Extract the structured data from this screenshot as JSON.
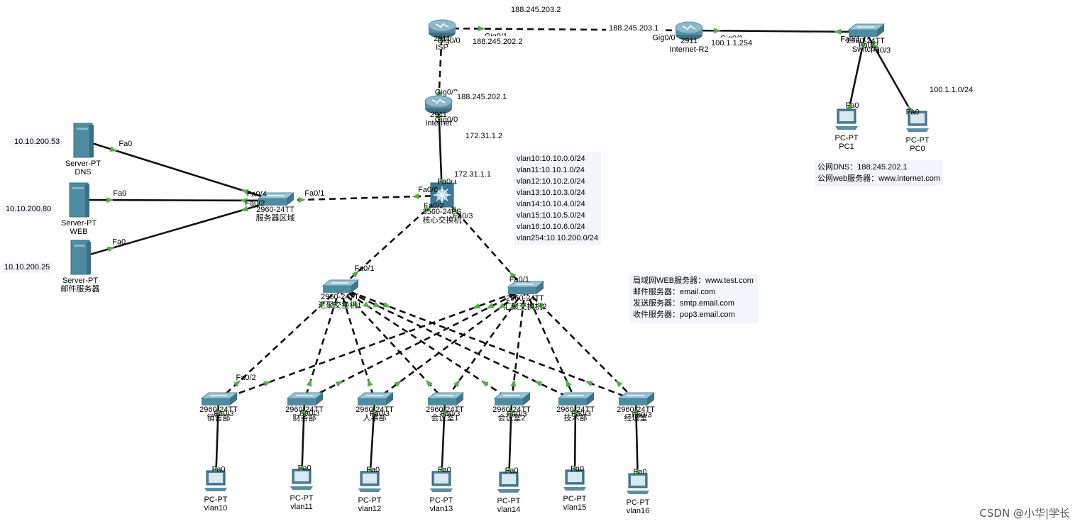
{
  "links": [
    {
      "a": "isp",
      "b": "r2",
      "style": "dashed",
      "label_a": "Gig0/1",
      "label_b": "Gig0/0"
    },
    {
      "a": "r2",
      "b": "sw9",
      "style": "solid",
      "label_a": "Gig0/1",
      "label_b": "Fa0/1"
    },
    {
      "a": "sw9",
      "b": "pc1",
      "style": "solid",
      "label_a": "Fa0/2",
      "label_b": "Fa0"
    },
    {
      "a": "sw9",
      "b": "pc0",
      "style": "solid",
      "label_a": "Fa0/3",
      "label_b": "Fa0"
    },
    {
      "a": "isp",
      "b": "inet",
      "style": "dashed",
      "label_a": "Gig0/0",
      "label_b": "Gig0/2"
    },
    {
      "a": "inet",
      "b": "core",
      "style": "solid",
      "label_a": "Gig0/0",
      "label_b": "Fa0/1"
    },
    {
      "a": "core",
      "b": "srvsw",
      "style": "dashed",
      "label_a": "Fa0/6",
      "label_b": "Fa0/1"
    },
    {
      "a": "srvsw",
      "b": "dns",
      "style": "solid",
      "label_a": "",
      "label_b": "Fa0"
    },
    {
      "a": "srvsw",
      "b": "web",
      "style": "solid",
      "label_a": "Fa0/4",
      "label_b": "Fa0"
    },
    {
      "a": "srvsw",
      "b": "mail",
      "style": "solid",
      "label_a": "Fa0/2",
      "label_b": "Fa0"
    },
    {
      "a": "core",
      "b": "agg1",
      "style": "dashed",
      "label_a": "Fa0/2",
      "label_b": "Fa0/1"
    },
    {
      "a": "core",
      "b": "agg2",
      "style": "dashed",
      "label_a": "Fa0/3",
      "label_b": "Fa0/1"
    },
    {
      "a": "agg1",
      "b": "a1",
      "style": "dashed",
      "label_a": "",
      "label_b": "Fa0/2"
    },
    {
      "a": "agg1",
      "b": "a2",
      "style": "dashed",
      "label_a": "",
      "label_b": ""
    },
    {
      "a": "agg1",
      "b": "a3",
      "style": "dashed",
      "label_a": "",
      "label_b": ""
    },
    {
      "a": "agg1",
      "b": "a4",
      "style": "dashed",
      "label_a": "",
      "label_b": ""
    },
    {
      "a": "agg1",
      "b": "a5",
      "style": "dashed",
      "label_a": "",
      "label_b": ""
    },
    {
      "a": "agg1",
      "b": "a6",
      "style": "dashed",
      "label_a": "",
      "label_b": ""
    },
    {
      "a": "agg1",
      "b": "a7",
      "style": "dashed",
      "label_a": "",
      "label_b": ""
    },
    {
      "a": "agg2",
      "b": "a1",
      "style": "dashed",
      "label_a": "",
      "label_b": ""
    },
    {
      "a": "agg2",
      "b": "a2",
      "style": "dashed",
      "label_a": "",
      "label_b": ""
    },
    {
      "a": "agg2",
      "b": "a3",
      "style": "dashed",
      "label_a": "",
      "label_b": ""
    },
    {
      "a": "agg2",
      "b": "a4",
      "style": "dashed",
      "label_a": "",
      "label_b": ""
    },
    {
      "a": "agg2",
      "b": "a5",
      "style": "dashed",
      "label_a": "",
      "label_b": ""
    },
    {
      "a": "agg2",
      "b": "a6",
      "style": "dashed",
      "label_a": "",
      "label_b": ""
    },
    {
      "a": "agg2",
      "b": "a7",
      "style": "dashed",
      "label_a": "",
      "label_b": ""
    },
    {
      "a": "a1",
      "b": "p10",
      "style": "solid",
      "label_a": "Fa0/3",
      "label_b": "Fa0"
    },
    {
      "a": "a2",
      "b": "p11",
      "style": "solid",
      "label_a": "Fa0/3",
      "label_b": "Fa0"
    },
    {
      "a": "a3",
      "b": "p12",
      "style": "solid",
      "label_a": "Fa0/3",
      "label_b": "Fa0"
    },
    {
      "a": "a4",
      "b": "p13",
      "style": "solid",
      "label_a": "Fa0/3",
      "label_b": "Fa0"
    },
    {
      "a": "a5",
      "b": "p14",
      "style": "solid",
      "label_a": "Fa0/3",
      "label_b": "Fa0"
    },
    {
      "a": "a6",
      "b": "p15",
      "style": "solid",
      "label_a": "Fa0/3",
      "label_b": "Fa0"
    },
    {
      "a": "a7",
      "b": "p16",
      "style": "solid",
      "label_a": "Fa0/3",
      "label_b": "Fa0"
    }
  ],
  "devices": [
    {
      "id": "isp",
      "type": "router",
      "model": "2911",
      "name": "ISP"
    },
    {
      "id": "r2",
      "type": "router",
      "model": "2911",
      "name": "Internet-R2"
    },
    {
      "id": "inet",
      "type": "router",
      "model": "2911",
      "name": "Internet"
    },
    {
      "id": "sw9",
      "type": "switch",
      "model": "2960-24TT",
      "name": "Switch9"
    },
    {
      "id": "pc1",
      "type": "pc",
      "model": "PC-PT",
      "name": "PC1"
    },
    {
      "id": "pc0",
      "type": "pc",
      "model": "PC-PT",
      "name": "PC0"
    },
    {
      "id": "core",
      "type": "l3switch",
      "model": "3560-24PS",
      "name": "核心交换机"
    },
    {
      "id": "srvsw",
      "type": "switch",
      "model": "2960-24TT",
      "name": "服务器区域"
    },
    {
      "id": "dns",
      "type": "server",
      "model": "Server-PT",
      "name": "DNS"
    },
    {
      "id": "web",
      "type": "server",
      "model": "Server-PT",
      "name": "WEB"
    },
    {
      "id": "mail",
      "type": "server",
      "model": "Server-PT",
      "name": "邮件服务器"
    },
    {
      "id": "agg1",
      "type": "switch",
      "model": "2960-24TT",
      "name": "汇聚交换机1"
    },
    {
      "id": "agg2",
      "type": "switch",
      "model": "2960-24TT",
      "name": "汇聚交换机2"
    },
    {
      "id": "a1",
      "type": "switch",
      "model": "2960-24TT",
      "name": "销售部"
    },
    {
      "id": "a2",
      "type": "switch",
      "model": "2960-24TT",
      "name": "财务部"
    },
    {
      "id": "a3",
      "type": "switch",
      "model": "2960-24TT",
      "name": "人事部"
    },
    {
      "id": "a4",
      "type": "switch",
      "model": "2960-24TT",
      "name": "会议室1"
    },
    {
      "id": "a5",
      "type": "switch",
      "model": "2960-24TT",
      "name": "会议室2"
    },
    {
      "id": "a6",
      "type": "switch",
      "model": "2960-24TT",
      "name": "技术部"
    },
    {
      "id": "a7",
      "type": "switch",
      "model": "2960-24TT",
      "name": "经理室"
    },
    {
      "id": "p10",
      "type": "pc",
      "model": "PC-PT",
      "name": "vlan10"
    },
    {
      "id": "p11",
      "type": "pc",
      "model": "PC-PT",
      "name": "vlan11"
    },
    {
      "id": "p12",
      "type": "pc",
      "model": "PC-PT",
      "name": "vlan12"
    },
    {
      "id": "p13",
      "type": "pc",
      "model": "PC-PT",
      "name": "vlan13"
    },
    {
      "id": "p14",
      "type": "pc",
      "model": "PC-PT",
      "name": "vlan14"
    },
    {
      "id": "p15",
      "type": "pc",
      "model": "PC-PT",
      "name": "vlan15"
    },
    {
      "id": "p16",
      "type": "pc",
      "model": "PC-PT",
      "name": "vlan16"
    }
  ],
  "ip_labels": {
    "isp_r2_isp": "188.245.203.2",
    "isp_r2_r2": "188.245.203.1",
    "isp_inet_isp": "188.245.202.2",
    "isp_inet_inet": "188.245.202.1",
    "r2_lan": "100.1.1.254",
    "pc_net": "100.1.1.0/24",
    "inet_core_inet": "172.31.1.2",
    "inet_core_core": "172.31.1.1",
    "dns_ip": "10.10.200.53",
    "web_ip": "10.10.200.80",
    "mail_ip": "10.10.200.25"
  },
  "notes": {
    "vlans": [
      "vlan10:10.10.0.0/24",
      "vlan11:10.10.1.0/24",
      "vlan12:10.10.2.0/24",
      "vlan13:10.10.3.0/24",
      "vlan14:10.10.4.0/24",
      "vlan15:10.10.5.0/24",
      "vlan16:10.10.6.0/24",
      "vlan254:10.10.200.0/24"
    ],
    "public": [
      "公网DNS：188.245.202.1",
      "公网web服务器：www.internet.com"
    ],
    "lan": [
      "局域网WEB服务器：www.test.com",
      "邮件服务器：email.com",
      "发送服务器：smtp.email.com",
      "收件服务器：pop3.email.com"
    ]
  },
  "watermark": "CSDN @小华|学长",
  "colors": {
    "router": "#5b8ea6",
    "switch": "#4f8ba0",
    "l3": "#3d7893",
    "server": "#4f8ba0",
    "pc": "#4a7f96",
    "link": "#111111",
    "port": "#52b044"
  }
}
